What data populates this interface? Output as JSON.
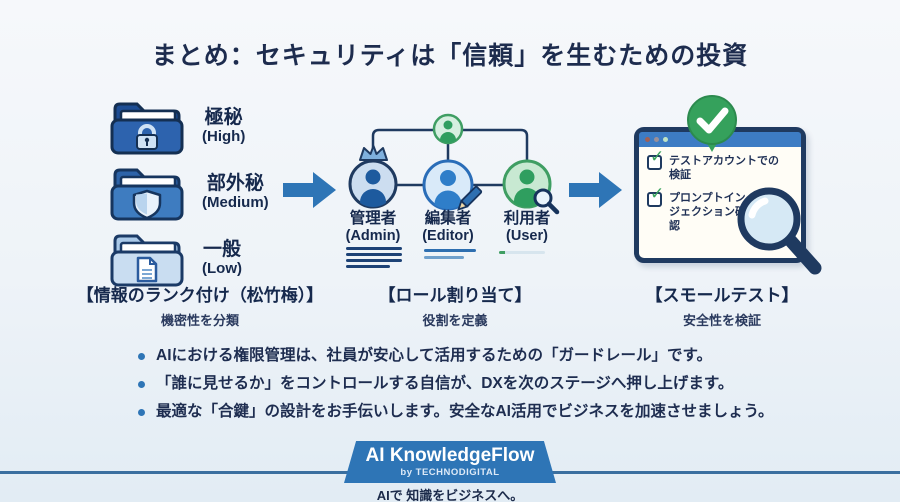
{
  "title": "まとめ：セキュリティは「信頼」を生むための投資",
  "flow": {
    "step1": {
      "heading": "【情報のランク付け（松竹梅）】",
      "subheading": "機密性を分類",
      "folders": [
        {
          "label": "極秘",
          "level": "(High)"
        },
        {
          "label": "部外秘",
          "level": "(Medium)"
        },
        {
          "label": "一般",
          "level": "(Low)"
        }
      ]
    },
    "step2": {
      "heading": "【ロール割り当て】",
      "subheading": "役割を定義",
      "members": [
        {
          "name": "管理者",
          "role": "(Admin)"
        },
        {
          "name": "編集者",
          "role": "(Editor)"
        },
        {
          "name": "利用者",
          "role": "(User)"
        }
      ]
    },
    "step3": {
      "heading": "【スモールテスト】",
      "subheading": "安全性を検証",
      "checklist": [
        "テストアカウントでの検証",
        "プロンプトインジェクション確認"
      ]
    }
  },
  "bullets": [
    "AIにおける権限管理は、社員が安心して活用するための「ガードレール」です。",
    "「誰に見せるか」をコントロールする自信が、DXを次のステージへ押し上げます。",
    "最適な「合鍵」の設計をお手伝いします。安全なAI活用でビジネスを加速させましょう。"
  ],
  "footer": {
    "brand": "AI KnowledgeFlow",
    "byline": "by TECHNODIGITAL",
    "tagline": "AIで 知識をビジネスへ。"
  },
  "colors": {
    "accent_blue": "#2e75b6",
    "navy": "#1f3a60",
    "green": "#35a15c",
    "folder_high": "#2d63ae",
    "folder_medium": "#3e7cc0",
    "folder_low": "#c9ddf1"
  }
}
